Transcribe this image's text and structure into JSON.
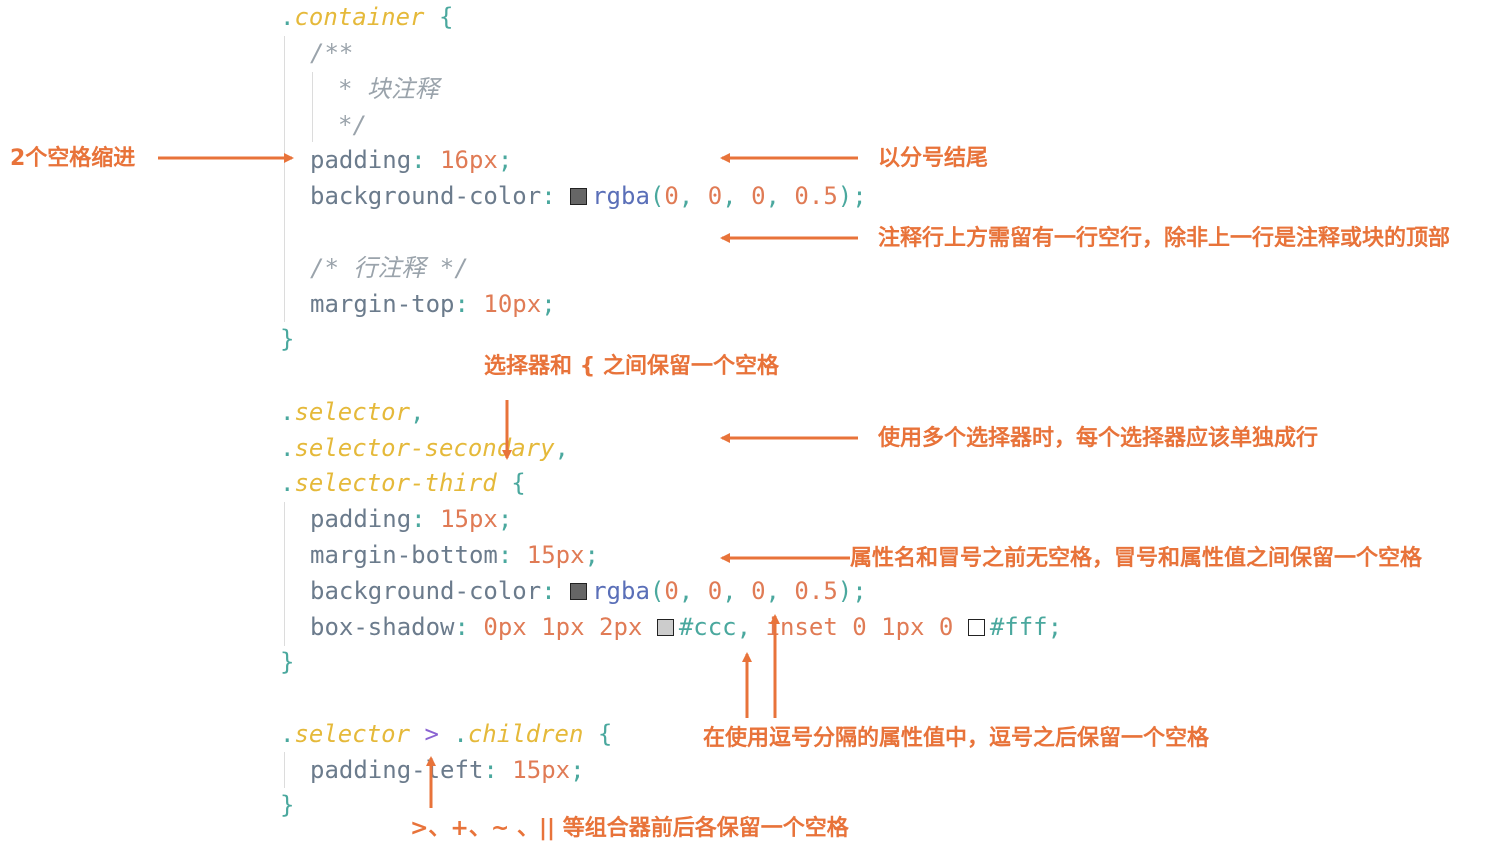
{
  "code": {
    "line_1": [
      ".",
      "container",
      " {"
    ],
    "comment_1": "/**",
    "comment_2": "* 块注释",
    "comment_3": "*/",
    "padding_1": [
      "padding",
      ": ",
      "16px",
      ";"
    ],
    "bg_1": [
      "background-color",
      ": ",
      "rgba",
      "(",
      "0",
      ", ",
      "0",
      ", ",
      "0",
      ", ",
      "0.5",
      ");"
    ],
    "comment_4": "/* 行注释 */",
    "margin_top": [
      "margin-top",
      ": ",
      "10px",
      ";"
    ],
    "close_brace": "}",
    "selector_1": [
      ".",
      "selector",
      ","
    ],
    "selector_2": [
      ".",
      "selector-secondary",
      ","
    ],
    "selector_3": [
      ".",
      "selector-third",
      " {"
    ],
    "padding_2": [
      "padding",
      ": ",
      "15px",
      ";"
    ],
    "margin_bottom": [
      "margin-bottom",
      ": ",
      "15px",
      ";"
    ],
    "bg_2": [
      "background-color",
      ": ",
      "rgba",
      "(",
      "0",
      ", ",
      "0",
      ", ",
      "0",
      ", ",
      "0.5",
      ");"
    ],
    "box_shadow": [
      "box-shadow",
      ": ",
      "0px 1px 2px",
      "#ccc",
      ", ",
      "inset",
      " 0 1px 0",
      "#fff",
      ";"
    ],
    "child_sel": [
      ".",
      "selector",
      ">",
      ".",
      "children",
      " {"
    ],
    "padding_left": [
      "padding-left",
      ": ",
      "15px",
      ";"
    ]
  },
  "swatches": {
    "dark": "#666666",
    "light_gray": "#cccccc",
    "white": "#ffffff"
  },
  "annotations": {
    "indent": "2个空格缩进",
    "semicolon": "以分号结尾",
    "comment_blank_line": "注释行上方需留有一行空行，除非上一行是注释或块的顶部",
    "selector_brace_space": "选择器和 { 之间保留一个空格",
    "multi_selector": "使用多个选择器时，每个选择器应该单独成行",
    "colon_space": "属性名和冒号之前无空格，冒号和属性值之间保留一个空格",
    "comma_space": "在使用逗号分隔的属性值中，逗号之后保留一个空格",
    "combinator_space": ">、+、~ 、|| 等组合器前后各保留一个空格"
  },
  "colors": {
    "annotation": "#e8733a",
    "selector": "#e5b93a",
    "punctuation": "#4aa89e",
    "property": "#6b7b8c",
    "number": "#e07b55",
    "function": "#5a6fb8",
    "comment": "#9aa3ab",
    "operator": "#8a63d2"
  }
}
